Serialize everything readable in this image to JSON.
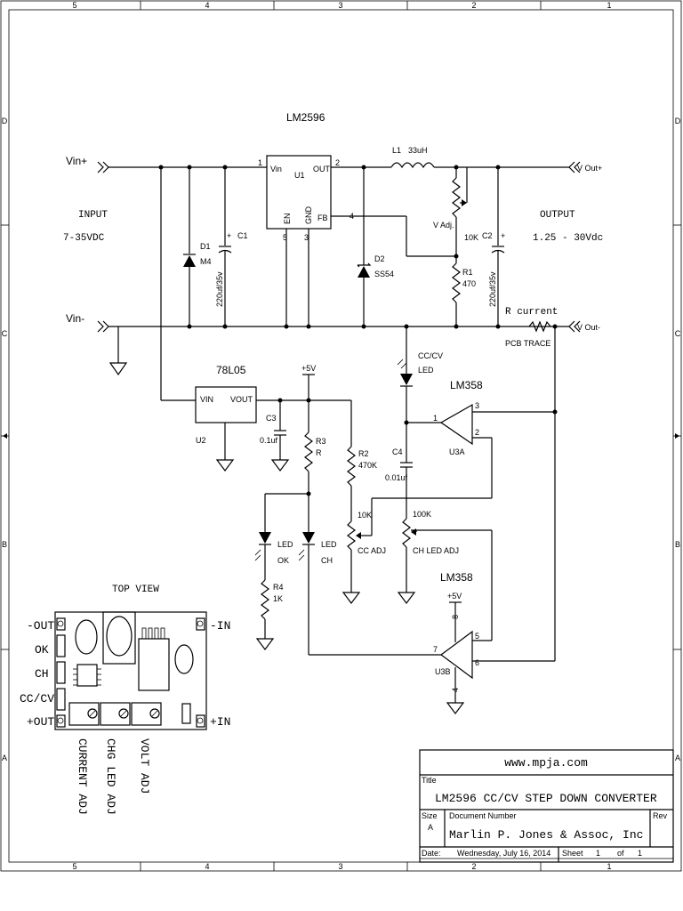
{
  "frame": {
    "columns": [
      "5",
      "4",
      "3",
      "2",
      "1"
    ],
    "rows": [
      "D",
      "C",
      "B",
      "A"
    ]
  },
  "regulator": {
    "name": "LM2596",
    "ref": "U1",
    "pins": {
      "vin": "Vin",
      "out": "OUT",
      "en": "EN",
      "gnd": "GND",
      "fb": "FB"
    },
    "pin_numbers": {
      "vin": "1",
      "out": "2",
      "fb": "4",
      "en": "5",
      "gnd": "3"
    }
  },
  "input": {
    "vin_plus": "Vin+",
    "vin_minus": "Vin-",
    "title": "INPUT",
    "range": "7-35VDC"
  },
  "output": {
    "vout_plus": "V Out+",
    "vout_minus": "V Out-",
    "title": "OUTPUT",
    "range": "1.25 - 30Vdc"
  },
  "components": {
    "d1": {
      "ref": "D1",
      "value": "M4"
    },
    "c1": {
      "ref": "C1",
      "value": "220uf/35v"
    },
    "d2": {
      "ref": "D2",
      "value": "SS54"
    },
    "l1": {
      "ref": "L1",
      "value": "33uH"
    },
    "vadj": {
      "label": "V Adj.",
      "value": "10K"
    },
    "r1": {
      "ref": "R1",
      "value": "470"
    },
    "c2": {
      "ref": "C2",
      "value": "220uf/35v"
    },
    "rcurrent": {
      "label": "R current",
      "value": "PCB TRACE"
    },
    "u2": {
      "name": "78L05",
      "ref": "U2",
      "vin": "VIN",
      "vout": "VOUT"
    },
    "c3": {
      "ref": "C3",
      "value": "0.1uf"
    },
    "plus5": "+5V",
    "r3": {
      "ref": "R3",
      "value": "R"
    },
    "r2": {
      "ref": "R2",
      "value": "470K"
    },
    "ccled": {
      "label": "CC/CV",
      "value": "LED"
    },
    "u3a": {
      "name": "LM358",
      "ref": "U3A",
      "pins": [
        "1",
        "3",
        "2"
      ]
    },
    "c4": {
      "ref": "C4",
      "value": "0.01uf"
    },
    "cc_pot": {
      "value": "10K",
      "label": "CC ADJ"
    },
    "ch_pot": {
      "value": "100K",
      "label": "CH LED ADJ"
    },
    "led_ok": {
      "label": "LED",
      "value": "OK"
    },
    "led_ch": {
      "label": "LED",
      "value": "CH"
    },
    "r4": {
      "ref": "R4",
      "value": "1K"
    },
    "u3b": {
      "name": "LM358",
      "ref": "U3B",
      "supply": "+5V",
      "pins": [
        "7",
        "5",
        "6",
        "8",
        "4"
      ]
    }
  },
  "top_view": {
    "title": "TOP VIEW",
    "left_labels": [
      "-OUT",
      "OK",
      "CH",
      "CC/CV",
      "+OUT"
    ],
    "right_labels": [
      "-IN",
      "+IN"
    ],
    "bottom_labels": [
      "CURRENT ADJ",
      "CHG LED ADJ",
      "VOLT ADJ"
    ]
  },
  "title_block": {
    "website": "www.mpja.com",
    "title_label": "Title",
    "title": "LM2596 CC/CV STEP DOWN CONVERTER",
    "size_label": "Size",
    "size": "A",
    "docnum_label": "Document Number",
    "company": "Marlin P. Jones & Assoc, Inc",
    "rev_label": "Rev",
    "date_label": "Date:",
    "date": "Wednesday, July 16, 2014",
    "sheet_label": "Sheet",
    "sheet": "1",
    "of_label": "of",
    "of": "1"
  }
}
